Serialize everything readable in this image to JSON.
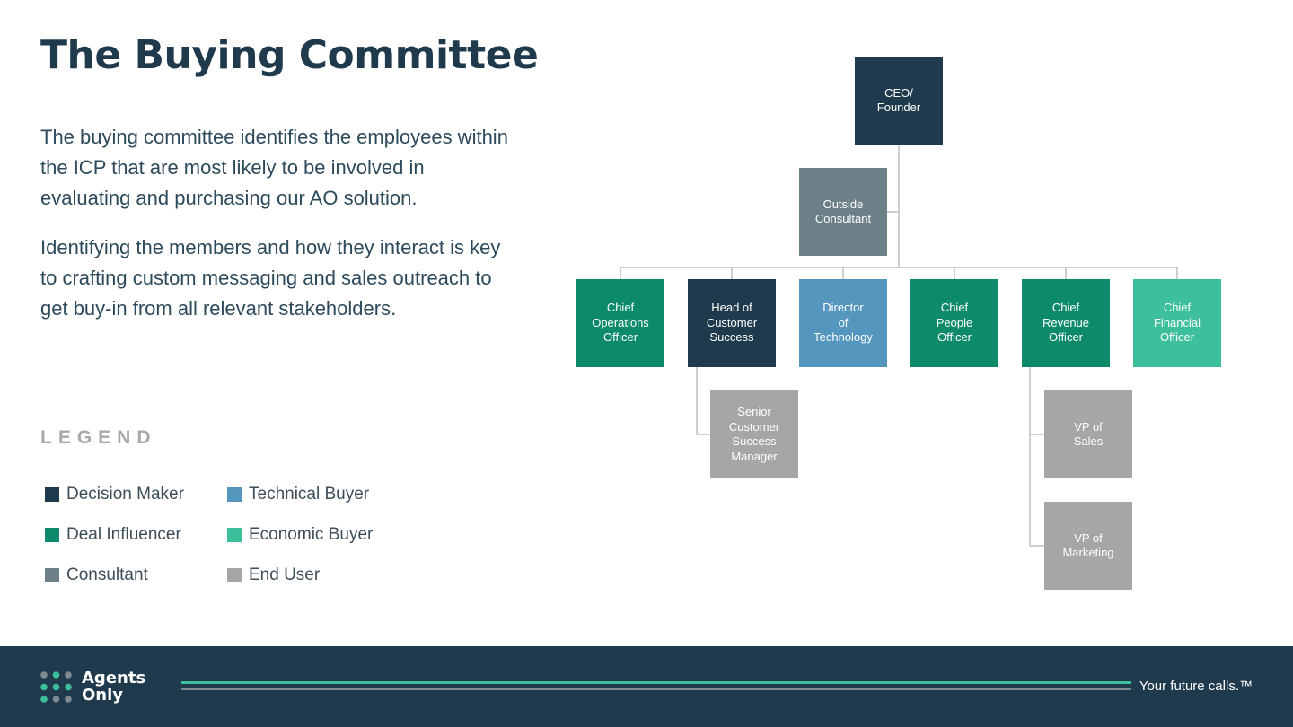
{
  "title": "The Buying Committee",
  "paragraphs": [
    "The buying committee identifies the employees within the ICP that are most likely to be involved in evaluating and purchasing our AO solution.",
    "Identifying the members and how they interact is key to crafting custom messaging and sales outreach to get buy-in from all relevant stakeholders."
  ],
  "legend": {
    "heading": "LEGEND",
    "items": [
      {
        "label": "Decision Maker",
        "color": "#1e3a4c"
      },
      {
        "label": "Deal Influencer",
        "color": "#0d8a6a"
      },
      {
        "label": "Consultant",
        "color": "#6c8088"
      },
      {
        "label": "Technical Buyer",
        "color": "#5596bf"
      },
      {
        "label": "Economic Buyer",
        "color": "#3dbf9c"
      },
      {
        "label": "End User",
        "color": "#a6a6a6"
      }
    ]
  },
  "org_chart": {
    "nodes": {
      "ceo": {
        "label": "CEO/\nFounder",
        "role": "Decision Maker"
      },
      "outside_consultant": {
        "label": "Outside\nConsultant",
        "role": "Consultant"
      },
      "coo": {
        "label": "Chief\nOperations\nOfficer",
        "role": "Deal Influencer"
      },
      "head_cs": {
        "label": "Head of\nCustomer\nSuccess",
        "role": "Decision Maker"
      },
      "dir_tech": {
        "label": "Director\nof\nTechnology",
        "role": "Technical Buyer"
      },
      "cpo": {
        "label": "Chief\nPeople\nOfficer",
        "role": "Deal Influencer"
      },
      "cro": {
        "label": "Chief\nRevenue\nOfficer",
        "role": "Deal Influencer"
      },
      "cfo": {
        "label": "Chief\nFinancial\nOfficer",
        "role": "Economic Buyer"
      },
      "senior_csm": {
        "label": "Senior\nCustomer\nSuccess\nManager",
        "role": "End User"
      },
      "vp_sales": {
        "label": "VP of\nSales",
        "role": "End User"
      },
      "vp_marketing": {
        "label": "VP of\nMarketing",
        "role": "End User"
      }
    }
  },
  "footer": {
    "logo_text": "Agents\nOnly",
    "tagline": "Your future calls.™",
    "colors": {
      "background": "#1e3a4c",
      "accent": "#3dbf9c"
    }
  }
}
